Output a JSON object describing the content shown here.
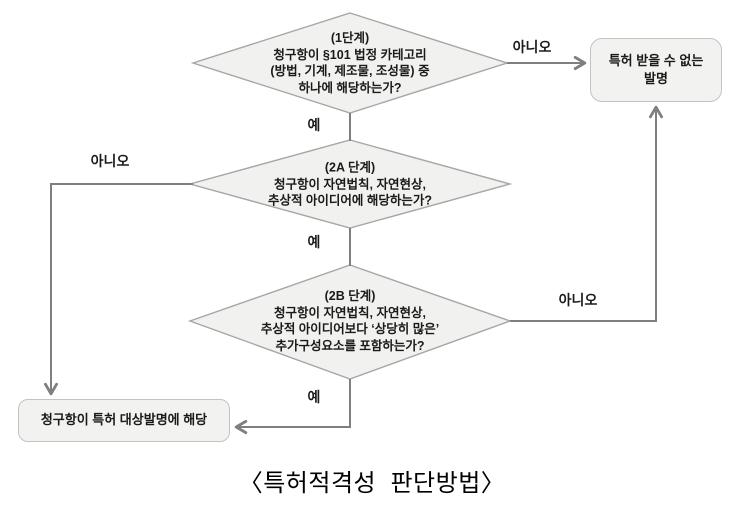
{
  "flowchart": {
    "caption": "〈특허적격성  판단방법〉",
    "steps": {
      "step1": {
        "text": "(1단계)\n청구항이 §101 법정 카테고리\n(방법, 기계, 제조물, 조성물) 중\n하나에 해당하는가?"
      },
      "step2a": {
        "text": "(2A 단계)\n청구항이 자연법칙, 자연현상,\n추상적 아이디어에 해당하는가?"
      },
      "step2b": {
        "text": "(2B 단계)\n청구항이 자연법칙, 자연현상,\n추상적 아이디어보다 ‘상당히 많은’\n추가구성요소를 포함하는가?"
      }
    },
    "results": {
      "unpatentable": "특허 받을 수 없는\n발명",
      "patentable": "청구항이 특허 대상발명에 해당"
    },
    "edge_labels": {
      "step1_no": "아니오",
      "step1_yes": "예",
      "step2a_no": "아니오",
      "step2a_yes": "예",
      "step2b_no": "아니오",
      "step2b_yes": "예"
    },
    "colors": {
      "diamond_fill": "#f1f1ef",
      "diamond_border": "#a6a6a6",
      "box_fill": "#f2f2f0",
      "box_border": "#c3c3c3",
      "connector": "#7f7f7f",
      "text": "#1a1a1a"
    }
  }
}
